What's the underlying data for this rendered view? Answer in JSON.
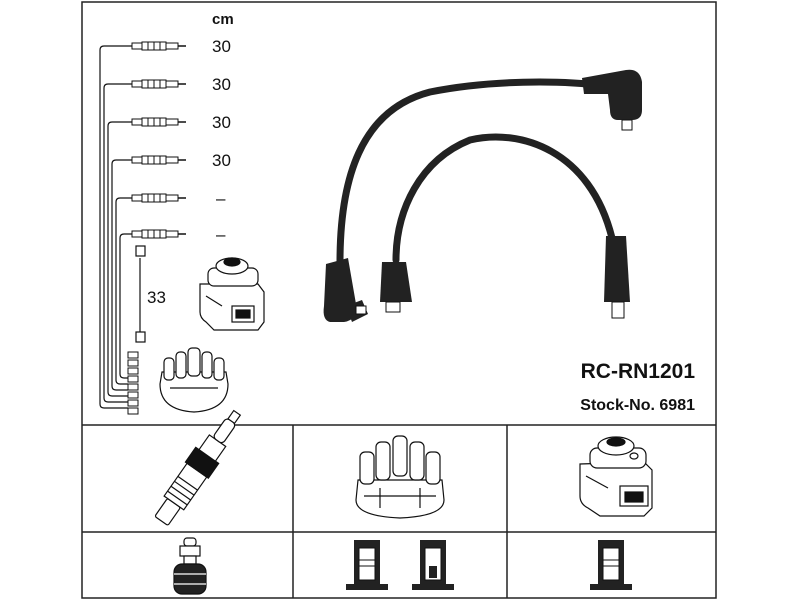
{
  "unit_label": "cm",
  "lead_lengths": [
    "30",
    "30",
    "30",
    "30",
    "–",
    "–"
  ],
  "coil_lead_length": "33",
  "product_code": "RC-RN1201",
  "stock_number": "Stock-No. 6981",
  "colors": {
    "ink": "#111111",
    "lead": "#222222",
    "border": "#222222"
  }
}
